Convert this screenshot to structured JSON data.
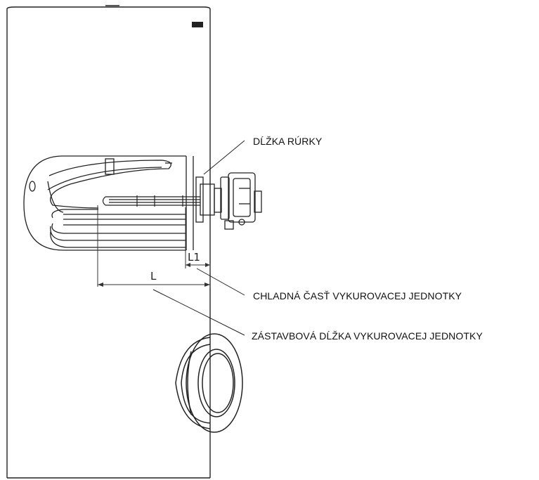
{
  "labels": {
    "pipe_length": "DĹŽKA RÚRKY",
    "cold_part": "CHLADNÁ ČASŤ VYKUROVACEJ JEDNOTKY",
    "installation_length": "ZÁSTAVBOVÁ DĹŽKA VYKUROVACEJ JEDNOTKY"
  },
  "dimensions": {
    "l": "L",
    "l1": "L1"
  }
}
